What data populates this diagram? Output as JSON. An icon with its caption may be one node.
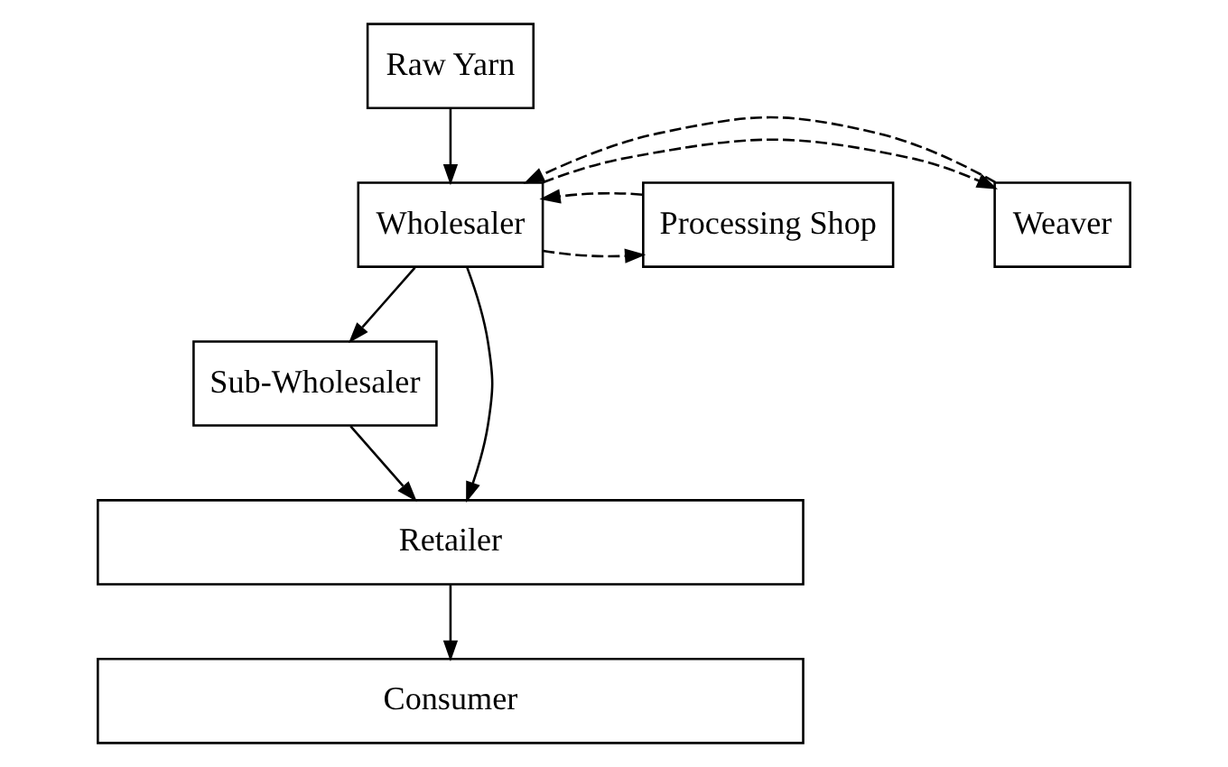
{
  "diagram": {
    "nodes": [
      {
        "text": [
          "Raw Yarn"
        ]
      },
      {
        "text": [
          "Weaver"
        ]
      },
      {
        "text": [
          "Wholesaler"
        ]
      },
      {
        "text": [
          "Processing Shop"
        ]
      },
      {
        "text": [
          "Sub-Wholesaler"
        ]
      },
      {
        "text": [
          "Retailer"
        ]
      },
      {
        "text": [
          "Consumer"
        ]
      }
    ],
    "edges": [
      {
        "from": 0,
        "to": 2,
        "arrow": "to"
      },
      {
        "from": 2,
        "to": 1,
        "arrow": "to",
        "style": "dashed"
      },
      {
        "from": 1,
        "to": 2,
        "arrow": "to",
        "style": "dashed"
      },
      {
        "from": 2,
        "to": 3,
        "arrow": "to",
        "style": "dashed"
      },
      {
        "from": 3,
        "to": 2,
        "arrow": "to",
        "style": "dashed"
      },
      {
        "from": 2,
        "to": 4,
        "arrow": "to"
      },
      {
        "from": 2,
        "to": 5,
        "arrow": "to"
      },
      {
        "from": 4,
        "to": 5,
        "arrow": "to"
      },
      {
        "from": 5,
        "to": 6,
        "arrow": "to"
      }
    ]
  }
}
